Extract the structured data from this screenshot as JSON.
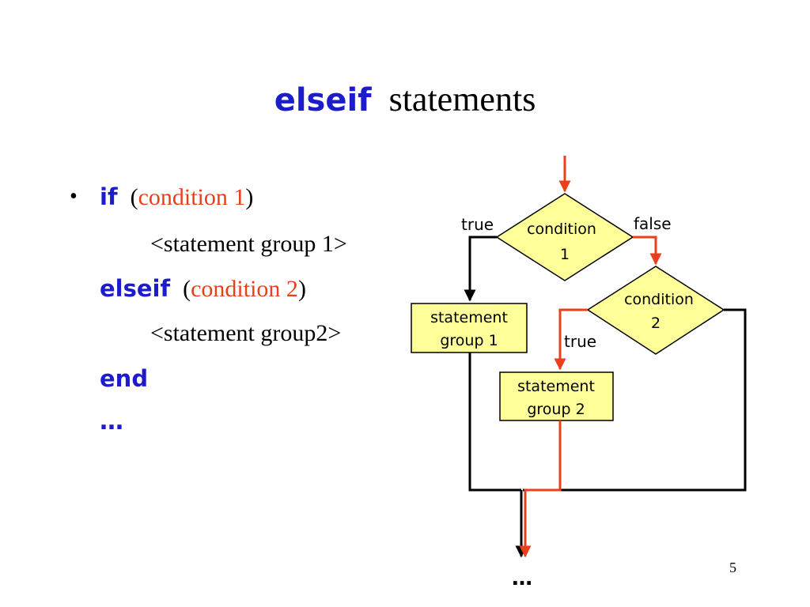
{
  "slide": {
    "title_keyword": "elseif",
    "title_rest": "statements",
    "page_number": "5"
  },
  "code": {
    "bullet": "•",
    "if_kw": "if",
    "cond1": {
      "open": "(",
      "text": "condition 1",
      "close": ")"
    },
    "stmt1": "<statement group 1>",
    "elseif_kw": "elseif",
    "cond2": {
      "open": "(",
      "text": "condition 2",
      "close": ")"
    },
    "stmt2": "<statement group2>",
    "end_kw": "end",
    "ellipsis": "…"
  },
  "flowchart": {
    "diamond1": {
      "line1": "condition",
      "line2": "1"
    },
    "diamond2": {
      "line1": "condition",
      "line2": "2"
    },
    "box1": {
      "line1": "statement",
      "line2": "group 1"
    },
    "box2": {
      "line1": "statement",
      "line2": "group 2"
    },
    "true1": "true",
    "false1": "false",
    "true2": "true",
    "end_ellipsis": "…",
    "colors": {
      "shape_fill": "#ffff99",
      "path_highlight": "#e8401a",
      "path_normal": "#000000"
    }
  }
}
